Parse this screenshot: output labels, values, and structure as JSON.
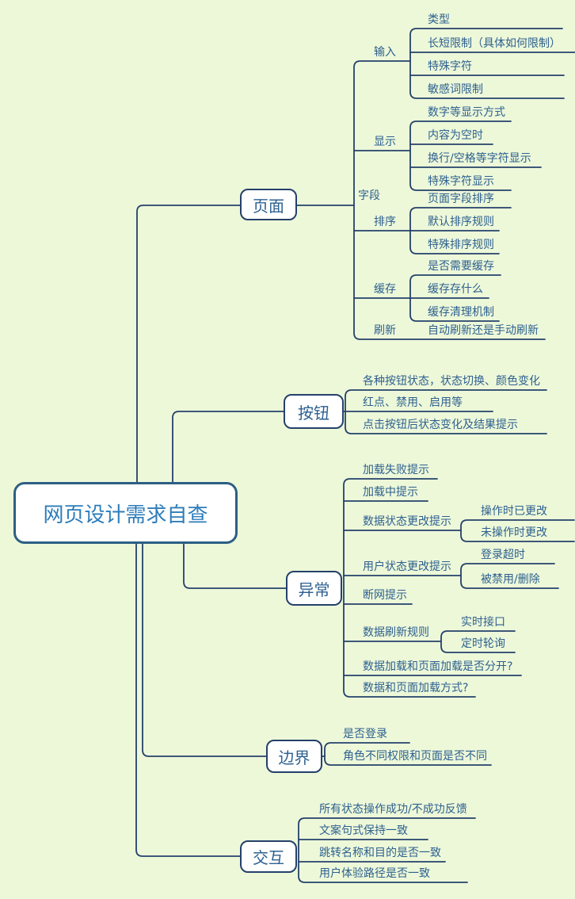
{
  "palette": {
    "background": "#edf8d9",
    "line": "#24416b",
    "node_text": "#2d6090",
    "root_text": "#2e7dba",
    "box_fill": "#ffffff"
  },
  "root": {
    "label": "网页设计需求自查"
  },
  "page": {
    "label": "页面",
    "field": "字段",
    "input": {
      "label": "输入",
      "children": [
        "类型",
        "长短限制（具体如何限制）",
        "特殊字符",
        "敏感词限制"
      ]
    },
    "display": {
      "label": "显示",
      "children": [
        "数字等显示方式",
        "内容为空时",
        "换行/空格等字符显示",
        "特殊字符显示"
      ]
    },
    "sort": {
      "label": "排序",
      "children": [
        "页面字段排序",
        "默认排序规则",
        "特殊排序规则"
      ]
    },
    "cache": {
      "label": "缓存",
      "children": [
        "是否需要缓存",
        "缓存存什么",
        "缓存清理机制"
      ]
    },
    "refresh": {
      "label": "刷新",
      "child": "自动刷新还是手动刷新"
    }
  },
  "button": {
    "label": "按钮",
    "children": [
      "各种按钮状态，状态切换、颜色变化",
      "红点、禁用、启用等",
      "点击按钮后状态变化及结果提示"
    ]
  },
  "exception": {
    "label": "异常",
    "load_fail": "加载失败提示",
    "loading": "加载中提示",
    "data_state": {
      "label": "数据状态更改提示",
      "children": [
        "操作时已更改",
        "未操作时更改"
      ]
    },
    "user_state": {
      "label": "用户状态更改提示",
      "children": [
        "登录超时",
        "被禁用/删除"
      ]
    },
    "offline": "断网提示",
    "refresh_rule": {
      "label": "数据刷新规则",
      "children": [
        "实时接口",
        "定时轮询"
      ]
    },
    "split_load": "数据加载和页面加载是否分开?",
    "load_mode": "数据和页面加载方式?"
  },
  "boundary": {
    "label": "边界",
    "children": [
      "是否登录",
      "角色不同权限和页面是否不同"
    ]
  },
  "interaction": {
    "label": "交互",
    "children": [
      "所有状态操作成功/不成功反馈",
      "文案句式保持一致",
      "跳转名称和目的是否一致",
      "用户体验路径是否一致"
    ]
  }
}
